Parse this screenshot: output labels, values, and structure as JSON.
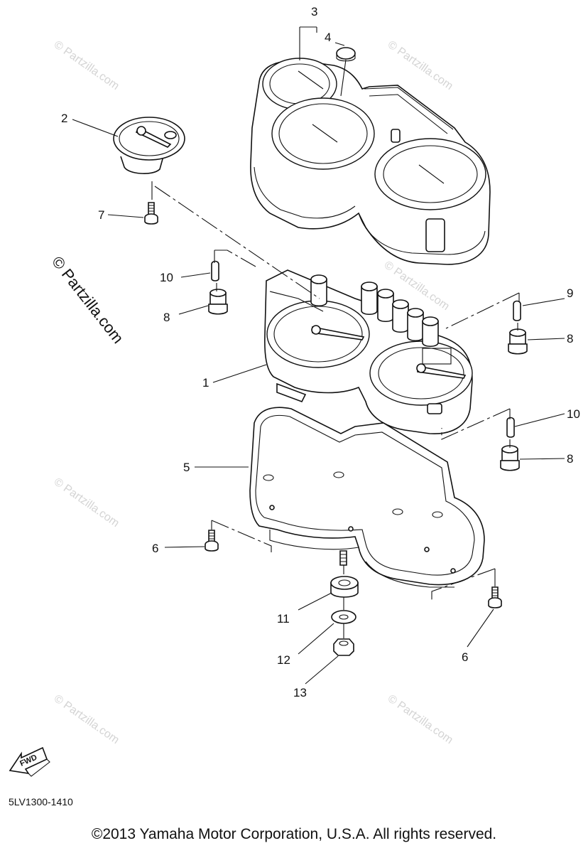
{
  "callouts": {
    "c1": "1",
    "c2": "2",
    "c3": "3",
    "c4": "4",
    "c5": "5",
    "c6a": "6",
    "c6b": "6",
    "c7": "7",
    "c8a": "8",
    "c8b": "8",
    "c8c": "8",
    "c9": "9",
    "c10a": "10",
    "c10b": "10",
    "c11": "11",
    "c12": "12",
    "c13": "13"
  },
  "watermark": {
    "small": "© Partzilla.com",
    "large": "© Partzilla.com"
  },
  "fwd_label": "FWD",
  "diagram_code": "5LV1300-1410",
  "copyright": "©2013 Yamaha Motor Corporation, U.S.A. All rights reserved."
}
